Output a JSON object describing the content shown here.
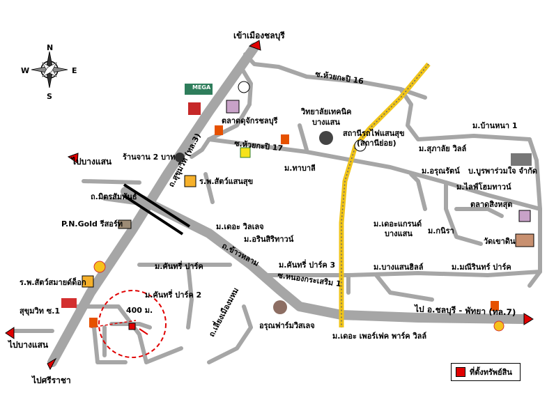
{
  "compass": {
    "n": "N",
    "s": "S",
    "e": "E",
    "w": "W"
  },
  "labels": {
    "to_chonburi_city": "เข้าเมืองชลบุรี",
    "huaikrapi16": "ซ.ห้วยกะปิ 16",
    "huaikrapi17": "ซ.ห้วยกะปิ 17",
    "market_chonburi": "ตลาดดุจักรชลบุรี",
    "college_1": "วิทยาลัยเทคนิค",
    "college_2": "บางแสน",
    "station_1": "สถานีรถไฟแสนสุข",
    "station_2": "(สถานีย่อย)",
    "ban_na": "ม.บ้านหนา 1",
    "sukrasa": "ม.สุภาลัย วิลล์",
    "sukhumvit_road": "ถ.สุขุมวิท (ทล.3)",
    "to_bangsaen_1": "ไปบางแสน",
    "restaurant": "ร้านจาน 2 บาท",
    "vet_saensuk": "ร.พ.สัตว์แสนสุข",
    "tabali": "ม.ทาบาลี",
    "arunrat": "ม.อรุณรัตน์",
    "burapha": "บ.บูรพาร่วมใจ จำกัด",
    "lifetown": "ม.ไลฟ์โฮมทาวน์",
    "talad_singhasot": "ตลาดสิงหสุต",
    "mitrsamphan": "ถ.มิตรสัมพันธ์",
    "pn_gold": "P.N.Gold รีสอร์ท",
    "the_villa": "ม.เดอะ วิลเลจ",
    "arinsiri": "ม.อรินสิริทาวน์",
    "grand_1": "ม.เดอะแกรนด์",
    "grand_2": "บางแสน",
    "kanira": "ม.กนิรา",
    "wat_khao_din": "วัดเขาดิน",
    "kanthree_1": "ม.คันทรี่ ปาร์ค",
    "kanthree_3": "ม.คันทรี่ ปาร์ค 3",
    "khao_lam": "ถ.ข้าวหลาม",
    "bangsaen_hill": "ม.บางแสนฮิลล์",
    "manee": "ม.มณีรินทร์ ปาร์ค",
    "vet_samai": "ร.พ.สัตว์สมายด์ด็อก",
    "kanthree_2": "ม.คันทรี่ ปาร์ค 2",
    "nong_krasoem": "ซ.หนองกระเสริม 1",
    "liang_mueang": "ถ.เลี่ยงเมืองมหม",
    "sukhumvit_1": "สุขุมวิท ซ.1",
    "distance": "400 ม.",
    "to_route7": "ไป อ.ชลบุรี - พัทยา (ทล.7)",
    "orun_farm": "อรุณฟาร์มวิสเลจ",
    "perfect_park": "ม.เดอะ เพอร์เฟค พาร์ค วิลล์",
    "to_bangsaen_2": "ไปบางแสน",
    "to_sriracha": "ไปศรีราชา",
    "mega": "MEGA"
  },
  "legend": {
    "label": "ที่ตั้งทรัพย์สิน",
    "color": "#e00000"
  },
  "colors": {
    "road": "#a6a6a6",
    "rail": "#f0c419",
    "arrow": "#e00000",
    "bridge": "#000000"
  }
}
